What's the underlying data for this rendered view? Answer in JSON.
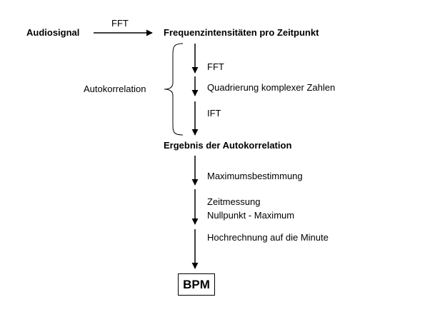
{
  "nodes": {
    "input": "Audiosignal",
    "spectrum": "Frequenzintensitäten pro Zeitpunkt",
    "autocorr_result": "Ergebnis der Autokorrelation",
    "output": "BPM"
  },
  "edges": {
    "input_to_spectrum": "FFT"
  },
  "autocorrelation": {
    "label": "Autokorrelation",
    "steps": [
      "FFT",
      "Quadrierung komplexer Zahlen",
      "IFT"
    ]
  },
  "post_steps": {
    "max_detection": "Maximumsbestimmung",
    "time_measure": [
      "Zeitmessung",
      "Nullpunkt - Maximum"
    ],
    "extrapolation": "Hochrechnung auf die Minute"
  }
}
